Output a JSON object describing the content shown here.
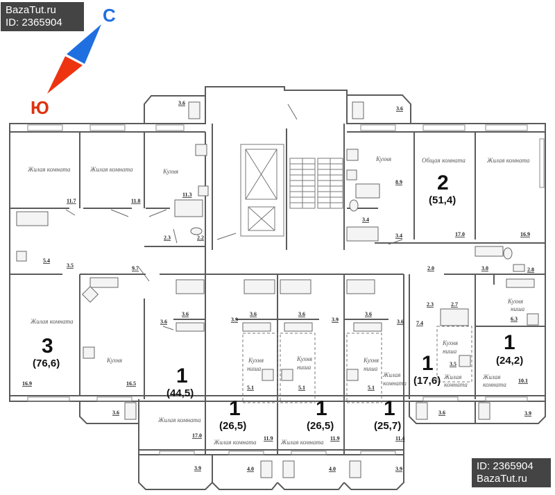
{
  "watermarks": {
    "top_left": {
      "line1": "BazaTut.ru",
      "line2": "ID: 2365904"
    },
    "bottom_right": {
      "line1": "ID: 2365904",
      "line2": "BazaTut.ru"
    }
  },
  "compass": {
    "north_label": "С",
    "south_label": "Ю",
    "north_color": "#1f6fe0",
    "south_color": "#ee3311"
  },
  "apartments": [
    {
      "id": "apt-3",
      "rooms": "3",
      "total_area": "(76,6)"
    },
    {
      "id": "apt-2",
      "rooms": "2",
      "total_area": "(51,4)"
    },
    {
      "id": "apt-1a",
      "rooms": "1",
      "total_area": "(44,5)"
    },
    {
      "id": "apt-1b",
      "rooms": "1",
      "total_area": "(26,5)"
    },
    {
      "id": "apt-1c",
      "rooms": "1",
      "total_area": "(26,5)"
    },
    {
      "id": "apt-1d",
      "rooms": "1",
      "total_area": "(25,7)"
    },
    {
      "id": "apt-1e",
      "rooms": "1",
      "total_area": "(17,6)"
    },
    {
      "id": "apt-1f",
      "rooms": "1",
      "total_area": "(24,2)"
    }
  ],
  "room_labels": {
    "living": "Жилая комната",
    "living_line1": "Жилая",
    "living_line2": "комната",
    "common": "Общая комната",
    "kitchen": "Кухня",
    "kitchen_niche_line1": "Кухня",
    "kitchen_niche_line2": "ниша"
  },
  "areas": {
    "a3_living1": "11.7",
    "a3_living2": "11.8",
    "a3_kitchen_top": "11.3",
    "a3_wc": "2.3",
    "a3_wc2": "2.2",
    "a3_bath": "5.4",
    "a3_hall_small": "3.5",
    "a3_hall": "9.7",
    "a3_living3": "16.9",
    "a3_kitchen": "16.5",
    "a3_loggia": "3.6",
    "top_loggia_left": "3.6",
    "top_loggia_right": "3.6",
    "a2_kitchen": "8.9",
    "a2_bath": "3.4",
    "a2_hall": "3.4",
    "a2_common": "17.0",
    "a2_living": "16.9",
    "a2_corr": "2.0",
    "a1f_bath": "3.0",
    "a1f_wc": "2.8",
    "a1a_hall": "3.6",
    "a1a_bath": "3.6",
    "a1a_living": "17.0",
    "a1a_loggia": "3.9",
    "a1b_hall": "3.9",
    "a1b_bath": "3.6",
    "a1b_niche": "5.1",
    "a1b_living": "11.9",
    "a1b_loggia": "4.0",
    "a1c_bath": "3.6",
    "a1c_hall": "3.9",
    "a1c_niche": "5.1",
    "a1c_living": "11.9",
    "a1c_loggia": "4.0",
    "a1d_bath": "3.6",
    "a1d_hall": "3.6",
    "a1d_niche": "5.1",
    "a1d_living": "11.4",
    "a1d_loggia": "3.9",
    "a1e_hall1": "2.3",
    "a1e_bath": "2.7",
    "a1e_hall": "7.4",
    "a1e_niche": "3.5",
    "a1e_loggia": "3.6",
    "a1f_niche": "6.3",
    "a1f_living": "10.1",
    "a1f_loggia": "3.9"
  }
}
